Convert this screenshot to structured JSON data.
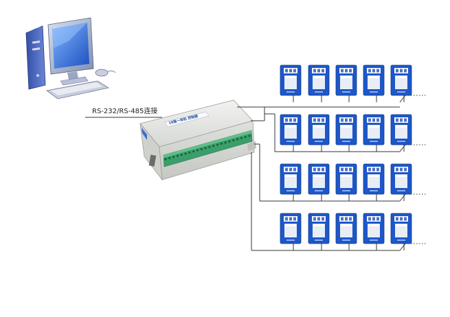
{
  "connection": {
    "label": "RS-232/RS-485连接"
  },
  "module": {
    "title": "16路一体机 控制器"
  },
  "panels": {
    "rows": 4,
    "columns": 5,
    "continues": true
  },
  "colors": {
    "panel_blue": "#1d57c8",
    "panel_screen": "#e9edf5",
    "wire": "#333333",
    "module_body": "#e4e6e3",
    "terminal_green": "#3a9f6a",
    "pc_blue": "#2a4fb0"
  },
  "icons": {
    "computer": "desktop-computer-icon",
    "controller": "controller-module-icon",
    "panel": "wall-panel-icon"
  }
}
